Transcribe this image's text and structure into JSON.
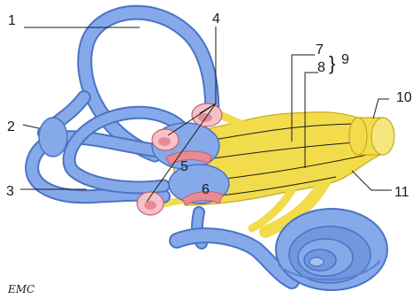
{
  "labels": {
    "l1": "1",
    "l2": "2",
    "l3": "3",
    "l4": "4",
    "l5": "5",
    "l6": "6",
    "l7": "7",
    "l8": "8",
    "l9": "9",
    "brace": "}",
    "l10": "10",
    "l11": "11"
  },
  "watermark": "EMC",
  "colors": {
    "labyrinth_fill": "#86a9ea",
    "labyrinth_outline": "#4a73c4",
    "nerve_fill": "#f2dc4c",
    "nerve_outline": "#c9a91e",
    "ampulla": "#f4c3c8",
    "macula": "#e88a95"
  }
}
